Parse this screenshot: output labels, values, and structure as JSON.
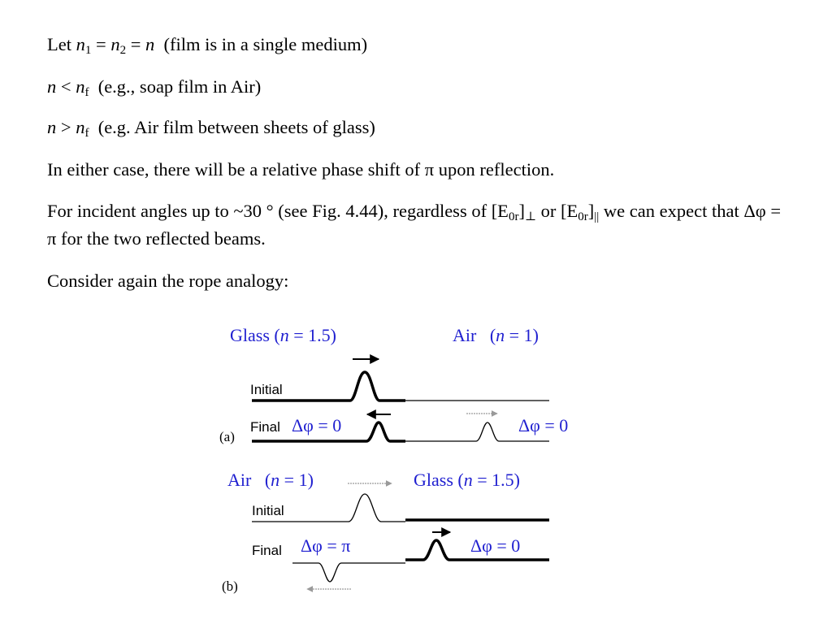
{
  "text": {
    "p1": {
      "a": "Let ",
      "n1": "n",
      "s1": "1",
      "b": " = ",
      "n2": "n",
      "s2": "2",
      "c": " = ",
      "n3": "n",
      "d": "  (film is in a single medium)"
    },
    "p2": {
      "n": "n",
      "op": " < ",
      "nf": "n",
      "sub": "f",
      "rest": "  (e.g., soap film in Air)"
    },
    "p3": {
      "n": "n",
      "op": " > ",
      "nf": "n",
      "sub": "f",
      "rest": "  (e.g. Air film between sheets of glass)"
    },
    "p4": "In either case, there will be a relative phase shift of π upon reflection.",
    "p5": {
      "a": "For incident angles up to ~30 ° (see Fig. 4.44), regardless of [E",
      "sub1": "0r",
      "b": "]",
      "perp": "⊥",
      "c": " or [E",
      "sub2": "0r",
      "d": "]",
      "par": "||",
      "e": " we can expect that Δφ = π for the two reflected beams."
    },
    "p6": "Consider again the rope analogy:"
  },
  "figure": {
    "blue": "#1f1fd0",
    "a": {
      "left_label": {
        "pre": "Glass (",
        "n": "n",
        "post": " = 1.5)"
      },
      "right_label": {
        "pre": "Air   (",
        "n": "n",
        "post": " = 1)"
      },
      "initial": "Initial",
      "final": "Final",
      "dphi_left": "Δφ = 0",
      "dphi_right": "Δφ = 0",
      "panel": "(a)"
    },
    "b": {
      "left_label": {
        "pre": "Air   (",
        "n": "n",
        "post": " = 1)"
      },
      "right_label": {
        "pre": "Glass (",
        "n": "n",
        "post": " = 1.5)"
      },
      "initial": "Initial",
      "final": "Final",
      "dphi_left": "Δφ = π",
      "dphi_right": "Δφ = 0",
      "panel": "(b)"
    }
  }
}
